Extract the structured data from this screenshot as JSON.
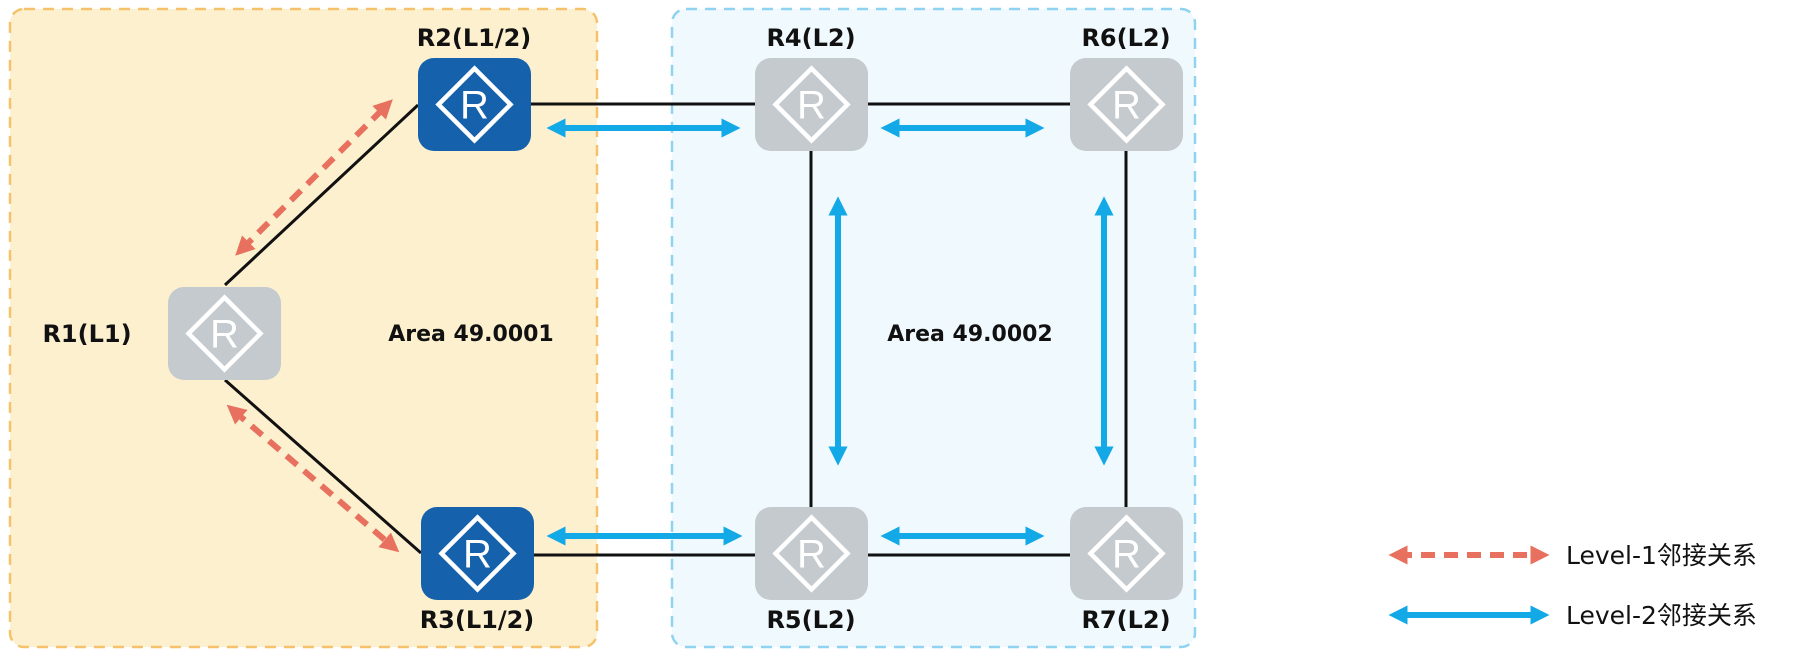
{
  "diagram": {
    "title": "IS-IS Level-1 / Level-2 neighbor relationships",
    "colors": {
      "area1_fill": "#fdf0cf",
      "area1_border": "#f5c26b",
      "area2_fill": "#f0f9fd",
      "area2_border": "#8fd3f0",
      "router_l12": "#1661ac",
      "router_l2": "#c4cacd",
      "link": "#111111",
      "level1_adj": "#e8705f",
      "level2_adj": "#12a9e6"
    },
    "areas": [
      {
        "id": "area1",
        "label": "Area 49.0001"
      },
      {
        "id": "area2",
        "label": "Area 49.0002"
      }
    ],
    "routers": [
      {
        "id": "R1",
        "label": "R1(L1)",
        "type": "L1",
        "icon_glyph": "R"
      },
      {
        "id": "R2",
        "label": "R2(L1/2)",
        "type": "L1/2",
        "icon_glyph": "R"
      },
      {
        "id": "R3",
        "label": "R3(L1/2)",
        "type": "L1/2",
        "icon_glyph": "R"
      },
      {
        "id": "R4",
        "label": "R4(L2)",
        "type": "L2",
        "icon_glyph": "R"
      },
      {
        "id": "R5",
        "label": "R5(L2)",
        "type": "L2",
        "icon_glyph": "R"
      },
      {
        "id": "R6",
        "label": "R6(L2)",
        "type": "L2",
        "icon_glyph": "R"
      },
      {
        "id": "R7",
        "label": "R7(L2)",
        "type": "L2",
        "icon_glyph": "R"
      }
    ],
    "links": [
      {
        "from": "R1",
        "to": "R2"
      },
      {
        "from": "R1",
        "to": "R3"
      },
      {
        "from": "R2",
        "to": "R4"
      },
      {
        "from": "R3",
        "to": "R5"
      },
      {
        "from": "R4",
        "to": "R6"
      },
      {
        "from": "R5",
        "to": "R7"
      },
      {
        "from": "R4",
        "to": "R5"
      },
      {
        "from": "R6",
        "to": "R7"
      }
    ],
    "adjacencies": [
      {
        "from": "R1",
        "to": "R2",
        "level": "Level-1"
      },
      {
        "from": "R1",
        "to": "R3",
        "level": "Level-1"
      },
      {
        "from": "R2",
        "to": "R4",
        "level": "Level-2"
      },
      {
        "from": "R3",
        "to": "R5",
        "level": "Level-2"
      },
      {
        "from": "R4",
        "to": "R6",
        "level": "Level-2"
      },
      {
        "from": "R5",
        "to": "R7",
        "level": "Level-2"
      },
      {
        "from": "R4",
        "to": "R5",
        "level": "Level-2"
      },
      {
        "from": "R6",
        "to": "R7",
        "level": "Level-2"
      }
    ],
    "legend": [
      {
        "level": "Level-1",
        "label": "Level-1邻接关系",
        "style": "dashed"
      },
      {
        "level": "Level-2",
        "label": "Level-2邻接关系",
        "style": "solid"
      }
    ]
  }
}
